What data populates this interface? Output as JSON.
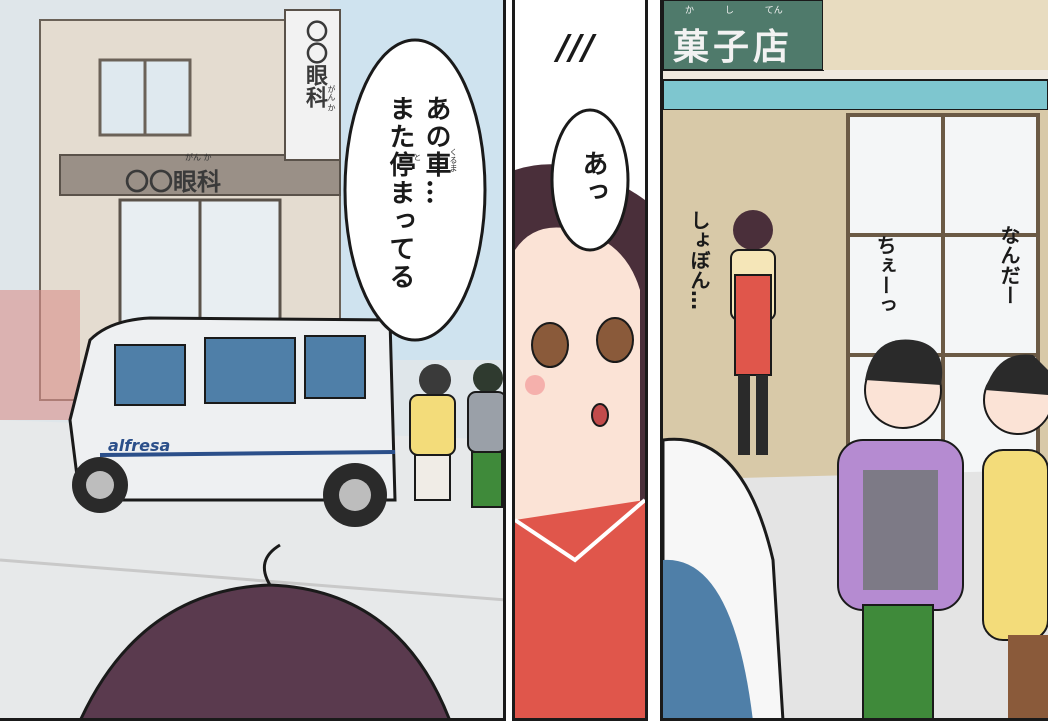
{
  "panel1": {
    "sign_building": "〇〇眼科",
    "sign_building_ruby": "がん か",
    "sign_vertical": "〇〇眼科",
    "sign_vertical_ruby": "がん か",
    "van_logo": "alfresa",
    "bubble_line1": "あの車…",
    "bubble_line2": "また停まってる",
    "bubble_ruby_kuruma": "くるま",
    "bubble_ruby_to": "と"
  },
  "panel2": {
    "sfx": "///",
    "bubble": "あっ"
  },
  "panel3": {
    "shop_sign": "菓子店",
    "shop_sign_ruby": "か し てん",
    "sfx_girl": "しょぼん…",
    "sfx_boy1": "ちぇーっ",
    "sfx_boy2": "なんだー"
  },
  "colors": {
    "outline": "#1a1a1a",
    "sky": "#cfe3ef",
    "van": "#eef0f2",
    "awning": "#7ec6cf",
    "shop_wall": "#d8c9a8",
    "apron": "#e0564b",
    "hoodie": "#b58bd1",
    "shirt_yellow": "#f3dc7a",
    "pants_green": "#3f8a3a"
  }
}
